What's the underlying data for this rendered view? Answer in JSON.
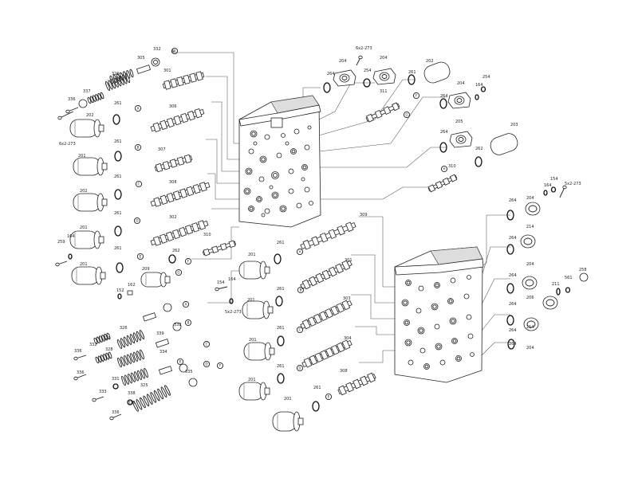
{
  "callouts": [
    {
      "key": "sol_top",
      "text": "332"
    },
    {
      "key": "c_a1",
      "text": "A"
    },
    {
      "key": "n305",
      "text": "305"
    },
    {
      "key": "n301",
      "text": "301"
    },
    {
      "key": "n329",
      "text": "329"
    },
    {
      "key": "n337",
      "text": "337"
    },
    {
      "key": "n336",
      "text": "336"
    },
    {
      "key": "n261a",
      "text": "261"
    },
    {
      "key": "n306",
      "text": "306"
    },
    {
      "key": "n202a",
      "text": "202"
    },
    {
      "key": "n6x2a",
      "text": "6x2-273"
    },
    {
      "key": "n201a",
      "text": "201"
    },
    {
      "key": "n261b",
      "text": "261"
    },
    {
      "key": "n307",
      "text": "307"
    },
    {
      "key": "n261c",
      "text": "261"
    },
    {
      "key": "n308",
      "text": "308"
    },
    {
      "key": "n202b",
      "text": "202"
    },
    {
      "key": "n261d",
      "text": "261"
    },
    {
      "key": "n302",
      "text": "302"
    },
    {
      "key": "n201b",
      "text": "201"
    },
    {
      "key": "n259",
      "text": "259"
    },
    {
      "key": "n164a",
      "text": "164"
    },
    {
      "key": "n261e",
      "text": "261"
    },
    {
      "key": "n310a",
      "text": "310"
    },
    {
      "key": "n262a",
      "text": "262"
    },
    {
      "key": "n201c",
      "text": "201"
    },
    {
      "key": "n209",
      "text": "209"
    },
    {
      "key": "n152",
      "text": "152"
    },
    {
      "key": "n162",
      "text": "162"
    },
    {
      "key": "n204a",
      "text": "204"
    },
    {
      "key": "n6x2b",
      "text": "6x2-273"
    },
    {
      "key": "n204b",
      "text": "204"
    },
    {
      "key": "n264a",
      "text": "264"
    },
    {
      "key": "n254a",
      "text": "254"
    },
    {
      "key": "n202c",
      "text": "202"
    },
    {
      "key": "n261f",
      "text": "261"
    },
    {
      "key": "n311",
      "text": "311"
    },
    {
      "key": "n204c",
      "text": "204"
    },
    {
      "key": "n164b",
      "text": "164"
    },
    {
      "key": "n254b",
      "text": "254"
    },
    {
      "key": "n264b",
      "text": "264"
    },
    {
      "key": "n205",
      "text": "205"
    },
    {
      "key": "n264c",
      "text": "264"
    },
    {
      "key": "n203",
      "text": "203"
    },
    {
      "key": "n262b",
      "text": "262"
    },
    {
      "key": "n310b",
      "text": "310"
    },
    {
      "key": "n309",
      "text": "309"
    },
    {
      "key": "n261g",
      "text": "261"
    },
    {
      "key": "n201d",
      "text": "201"
    },
    {
      "key": "n301b",
      "text": "301"
    },
    {
      "key": "n154",
      "text": "154"
    },
    {
      "key": "n164c",
      "text": "164"
    },
    {
      "key": "n201e",
      "text": "201"
    },
    {
      "key": "n5x2a",
      "text": "5x2-273"
    },
    {
      "key": "n261h",
      "text": "261"
    },
    {
      "key": "n303",
      "text": "303"
    },
    {
      "key": "n261i",
      "text": "261"
    },
    {
      "key": "n201f",
      "text": "201"
    },
    {
      "key": "n304",
      "text": "304"
    },
    {
      "key": "n261j",
      "text": "261"
    },
    {
      "key": "n201g",
      "text": "201"
    },
    {
      "key": "n308b",
      "text": "308"
    },
    {
      "key": "n261k",
      "text": "261"
    },
    {
      "key": "n201h",
      "text": "201"
    },
    {
      "key": "n336a",
      "text": "336"
    },
    {
      "key": "n332a",
      "text": "332"
    },
    {
      "key": "n328",
      "text": "328"
    },
    {
      "key": "n339",
      "text": "339"
    },
    {
      "key": "n334",
      "text": "334"
    },
    {
      "key": "n327",
      "text": "327"
    },
    {
      "key": "n332b",
      "text": "332"
    },
    {
      "key": "n326",
      "text": "326"
    },
    {
      "key": "n325",
      "text": "325"
    },
    {
      "key": "n335",
      "text": "335"
    },
    {
      "key": "n331",
      "text": "331"
    },
    {
      "key": "n333",
      "text": "333"
    },
    {
      "key": "n338",
      "text": "338"
    },
    {
      "key": "n330",
      "text": "330"
    },
    {
      "key": "n336b",
      "text": "336"
    },
    {
      "key": "n336c",
      "text": "336"
    },
    {
      "key": "n264d",
      "text": "264"
    },
    {
      "key": "n204d",
      "text": "204"
    },
    {
      "key": "n164d",
      "text": "164"
    },
    {
      "key": "n154b",
      "text": "154"
    },
    {
      "key": "n5x2b",
      "text": "5x2-273"
    },
    {
      "key": "n264e",
      "text": "264"
    },
    {
      "key": "n214a",
      "text": "214"
    },
    {
      "key": "n264f",
      "text": "264"
    },
    {
      "key": "n204e",
      "text": "204"
    },
    {
      "key": "n211",
      "text": "211"
    },
    {
      "key": "n561",
      "text": "561"
    },
    {
      "key": "n258",
      "text": "258"
    },
    {
      "key": "n264g",
      "text": "264"
    },
    {
      "key": "n206",
      "text": "206"
    },
    {
      "key": "n264h",
      "text": "264"
    },
    {
      "key": "n214b",
      "text": "214"
    },
    {
      "key": "n264i",
      "text": "264"
    },
    {
      "key": "n204f",
      "text": "204"
    }
  ],
  "circle_letters": [
    "A",
    "A",
    "B",
    "C",
    "D",
    "E",
    "F",
    "G",
    "A",
    "B",
    "C",
    "D",
    "E",
    "F",
    "G",
    "H",
    "A",
    "B",
    "C",
    "D",
    "E",
    "F"
  ]
}
